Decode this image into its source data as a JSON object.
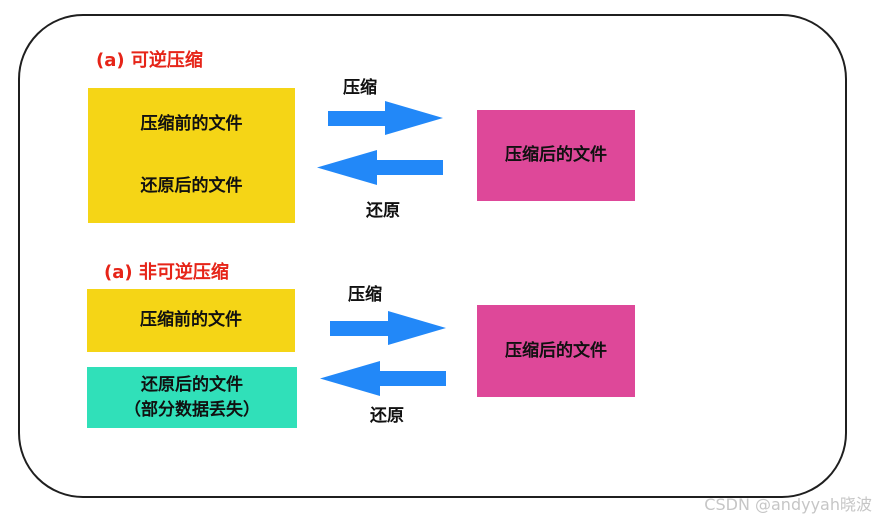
{
  "colors": {
    "yellow": "#F5D516",
    "pink": "#DE4899",
    "teal": "#30E0B9",
    "blue": "#2288F8",
    "red": "#E62418",
    "box_text": "#111111",
    "frame_border": "#1F1F1F",
    "watermark_gray": "#C6C6C6"
  },
  "sections": [
    {
      "title": "(a) 可逆压缩",
      "source_box": {
        "line1": "压缩前的文件",
        "line2": "还原后的文件"
      },
      "compressed_box": "压缩后的文件",
      "compress_label": "压缩",
      "restore_label": "还原"
    },
    {
      "title": "(a) 非可逆压缩",
      "before_box": "压缩前的文件",
      "restored_box": {
        "line1": "还原后的文件",
        "line2": "（部分数据丢失）"
      },
      "compressed_box": "压缩后的文件",
      "compress_label": "压缩",
      "restore_label": "还原"
    }
  ],
  "watermark": "CSDN @andyyah晓波"
}
